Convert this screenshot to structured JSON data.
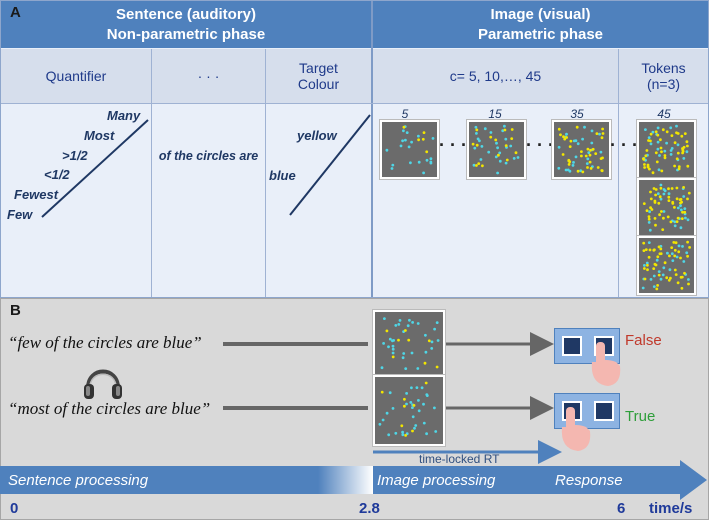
{
  "panelA": {
    "letter": "A",
    "sentence_header": {
      "line1": "Sentence (auditory)",
      "line2": "Non-parametric phase"
    },
    "image_header": {
      "line1": "Image (visual)",
      "line2": "Parametric phase"
    },
    "col_quantifier": "Quantifier",
    "col_ellipsis": "· · ·",
    "col_target": {
      "line1": "Target",
      "line2": "Colour"
    },
    "col_c": "c= 5, 10,…, 45",
    "col_tokens": {
      "line1": "Tokens",
      "line2": "(n=3)"
    },
    "quantifiers": [
      "Many",
      "Most",
      ">1/2",
      "<1/2",
      "Fewest",
      "Few"
    ],
    "middle_phrase": "of the circles are",
    "colours": [
      "yellow",
      "blue"
    ],
    "image_labels": [
      "5",
      "15",
      "35",
      "45"
    ],
    "ellipsis": "· · ·"
  },
  "panelB": {
    "letter": "B",
    "sentence1": "“few of the circles are blue”",
    "sentence2": "“most of the circles are blue”",
    "false_label": "False",
    "true_label": "True",
    "rt_label": "time-locked RT",
    "false_color": "#c0392b",
    "true_color": "#2e9e3a"
  },
  "timeline": {
    "phase1": "Sentence processing",
    "phase2": "Image processing",
    "phase3": "Response",
    "t0": "0",
    "t1": "2.8",
    "t2": "6",
    "unit": "time/s"
  }
}
